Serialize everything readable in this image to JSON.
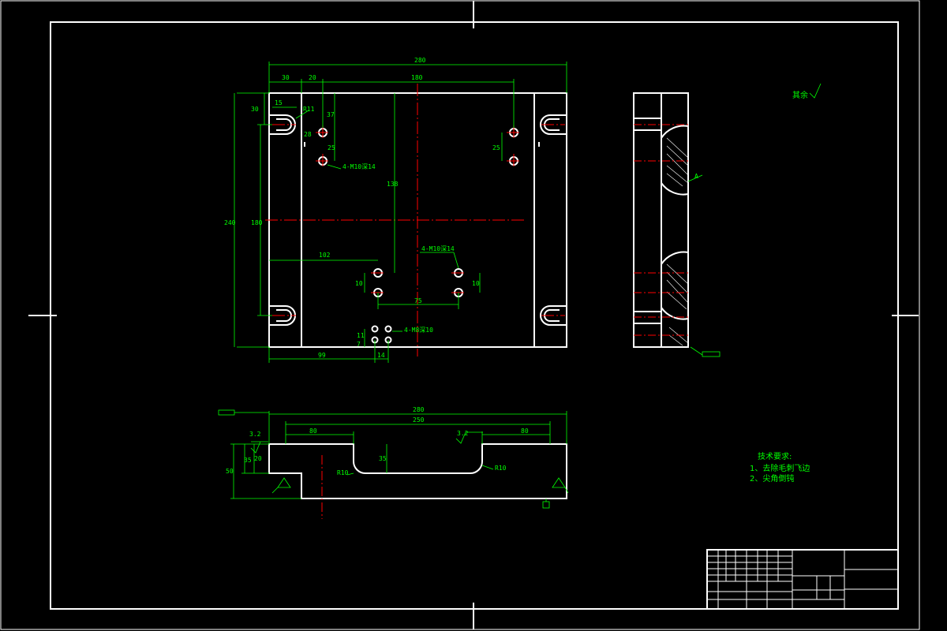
{
  "colors": {
    "background": "#000000",
    "outline": "#ffffff",
    "dimension": "#00ff00",
    "centerline": "#ff0000"
  },
  "top_view": {
    "dims": {
      "overall_width": "280",
      "left_30": "30",
      "left_20": "20",
      "span_180": "180",
      "height_30": "30",
      "slot_15": "15",
      "radius_r11": "R11",
      "hole_28": "28",
      "hole_37": "37",
      "vert_25": "25",
      "right_25": "25",
      "overall_height": "240",
      "height_180": "180",
      "height_138": "138",
      "offset_102": "102",
      "hole_10_left": "10",
      "hole_10_right": "10",
      "spacing_75": "75",
      "small_11": "11",
      "small_7": "7",
      "bottom_99": "99",
      "bottom_14": "14"
    },
    "callouts": {
      "top_holes": "4-M10深14",
      "middle_holes": "4-M10深14",
      "small_holes": "4-M8深10"
    }
  },
  "front_view": {
    "dims": {
      "overall_280": "280",
      "inner_250": "250",
      "left_80": "80",
      "right_80": "80",
      "height_50": "50",
      "height_35": "35",
      "height_20": "20",
      "depth_35": "35",
      "fillet_r10_left": "R10",
      "fillet_r10_right": "R10",
      "roughness_left": "3.2",
      "roughness_right": "3.2"
    }
  },
  "side_view": {
    "section_label": "A"
  },
  "surface_finish": {
    "label": "其余"
  },
  "tech_requirements": {
    "title": "技术要求:",
    "item1": "1、去除毛刺飞边",
    "item2": "2、尖角倒钝"
  }
}
